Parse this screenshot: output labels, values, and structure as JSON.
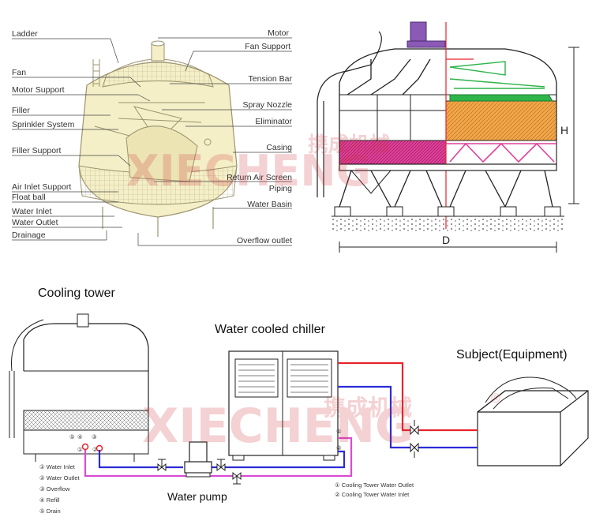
{
  "watermark": {
    "brand_en": "XIECHENG",
    "brand_cn": "携成机械",
    "registered": "®"
  },
  "exploded_view": {
    "left_labels": [
      "Ladder",
      "Fan",
      "Motor Support",
      "Filler",
      "Sprinkler System",
      "Filler Support",
      "Air Inlet Support",
      "Float ball",
      "Water Inlet",
      "Water Outlet",
      "Drainage"
    ],
    "right_labels": [
      "Motor",
      "Fan Support",
      "Tension Bar",
      "Spray Nozzle",
      "Eliminator",
      "Casing",
      "Return Air Screen",
      "Piping",
      "Water Basin",
      "Overflow outlet"
    ]
  },
  "section_view": {
    "height_label": "H",
    "diameter_label": "D"
  },
  "system": {
    "cooling_tower_title": "Cooling tower",
    "chiller_title": "Water cooled chiller",
    "equipment_title": "Subject(Equipment)",
    "pump_label": "Water pump",
    "tower_legend": [
      "① Water Inlet",
      "② Water Outlet",
      "③ Overflow",
      "④ Refill",
      "⑤ Drain"
    ],
    "chiller_legend": [
      "① Cooling Tower Water Outlet",
      "② Cooling Tower Water Inlet"
    ],
    "port_marks": {
      "one": "①",
      "two": "②",
      "four": "④",
      "three": "③",
      "five": "⑤"
    }
  },
  "colors": {
    "hot_line": "#e8232a",
    "cold_line": "#2b2bd6",
    "tower_line": "#d94bd3",
    "fill_pink": "#e0409a",
    "fill_green": "#2fb44a",
    "fill_orange": "#f2a64a",
    "motor_purple": "#8a5ab6",
    "tower_body": "#f4efc7"
  }
}
